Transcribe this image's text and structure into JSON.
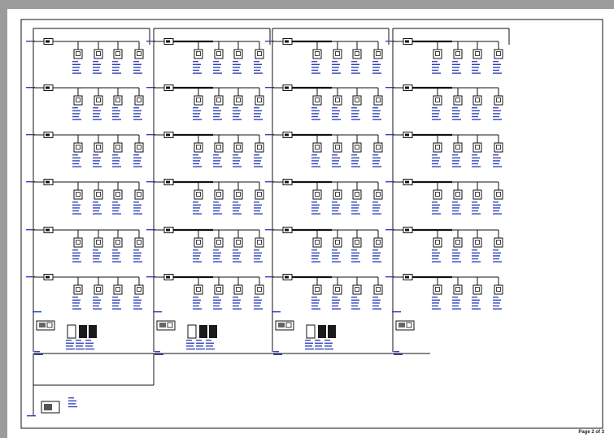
{
  "page": {
    "label": "Page 2 of 3"
  },
  "diagram": {
    "columns": 4,
    "floors_per_column": 6,
    "units_per_floor": 4,
    "colors": {
      "line": "#111111",
      "text": "#3344bb",
      "frame": "#111111",
      "background": "#ffffff"
    }
  }
}
